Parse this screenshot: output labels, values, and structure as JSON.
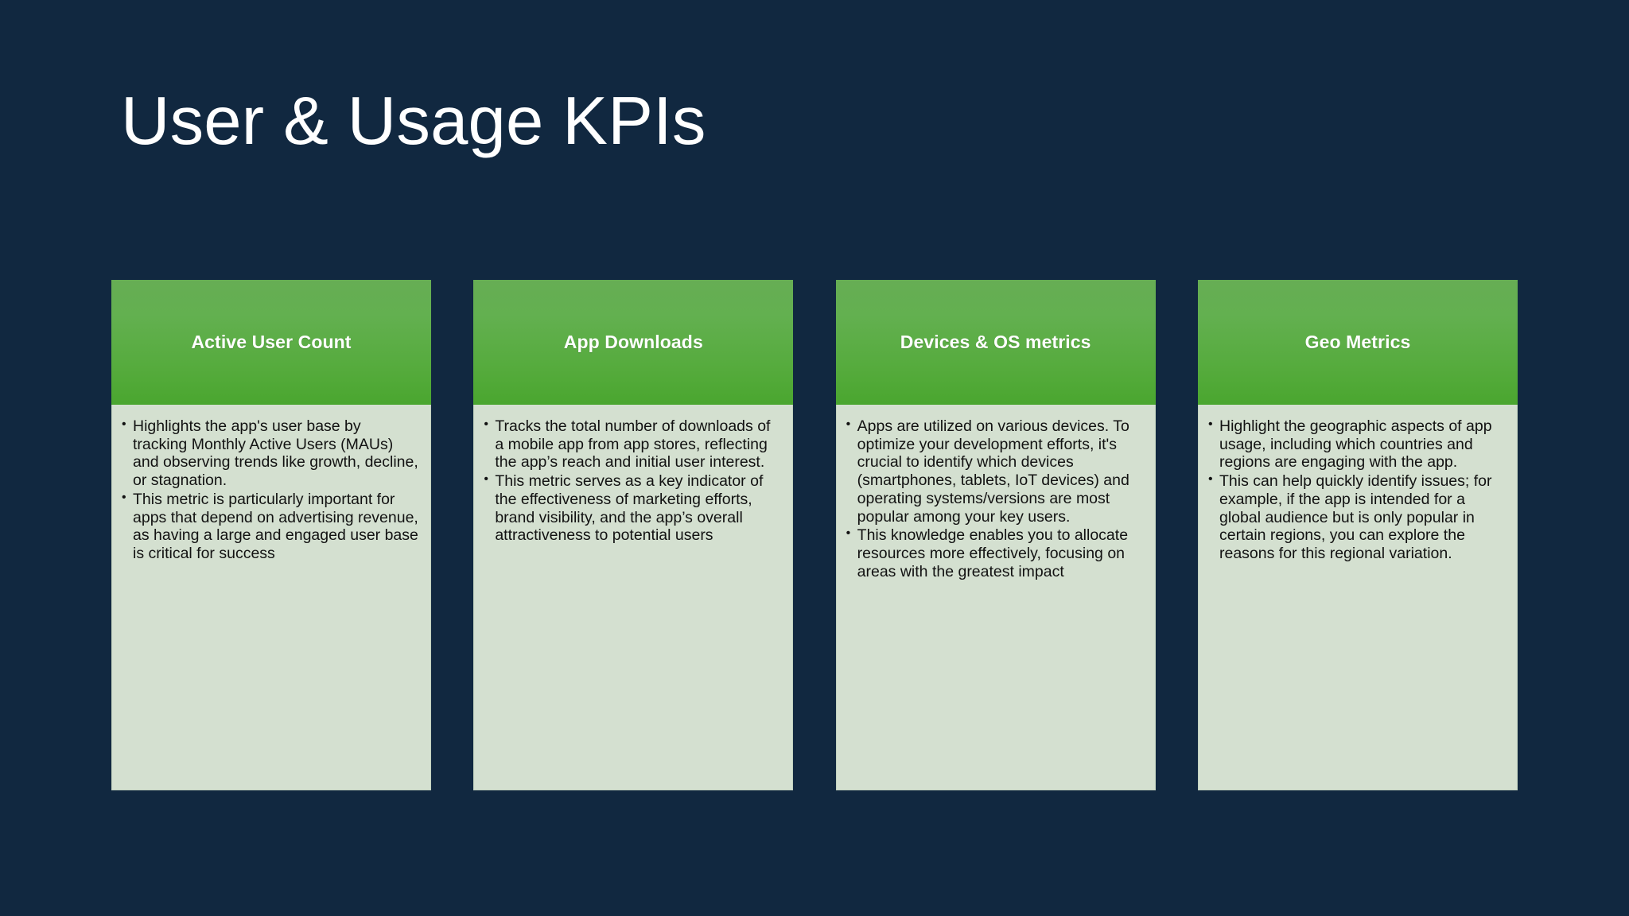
{
  "slide": {
    "title": "User & Usage KPIs",
    "background_color": "#112840",
    "title_color": "#ffffff",
    "card_header_color": "#55ab3c",
    "card_body_color": "#d4e0d0"
  },
  "cards": [
    {
      "title": "Active User Count",
      "bullets": [
        "Highlights the app's user base by tracking Monthly Active Users (MAUs) and observing trends like growth, decline, or stagnation.",
        "This metric is particularly important for apps that depend on advertising revenue, as having a large and engaged user base is critical for success"
      ]
    },
    {
      "title": "App Downloads",
      "bullets": [
        "Tracks the total number of downloads of a mobile app from app stores, reflecting the app’s reach and initial user interest.",
        "This metric serves as a key indicator of the effectiveness of marketing efforts, brand visibility, and the app’s overall attractiveness to potential users"
      ]
    },
    {
      "title": "Devices & OS metrics",
      "bullets": [
        "Apps are utilized on various devices. To optimize your development efforts, it's crucial to identify which devices (smartphones, tablets, IoT devices) and operating systems/versions are most popular among your key users.",
        "This knowledge enables you to allocate resources more effectively, focusing on areas with the greatest impact"
      ]
    },
    {
      "title": "Geo Metrics",
      "bullets": [
        "Highlight the geographic aspects of app usage, including which countries and regions are engaging with the app.",
        "This can help quickly identify issues; for example, if the app is intended for a global audience but is only popular in certain regions, you can explore the reasons for this regional variation."
      ]
    }
  ]
}
